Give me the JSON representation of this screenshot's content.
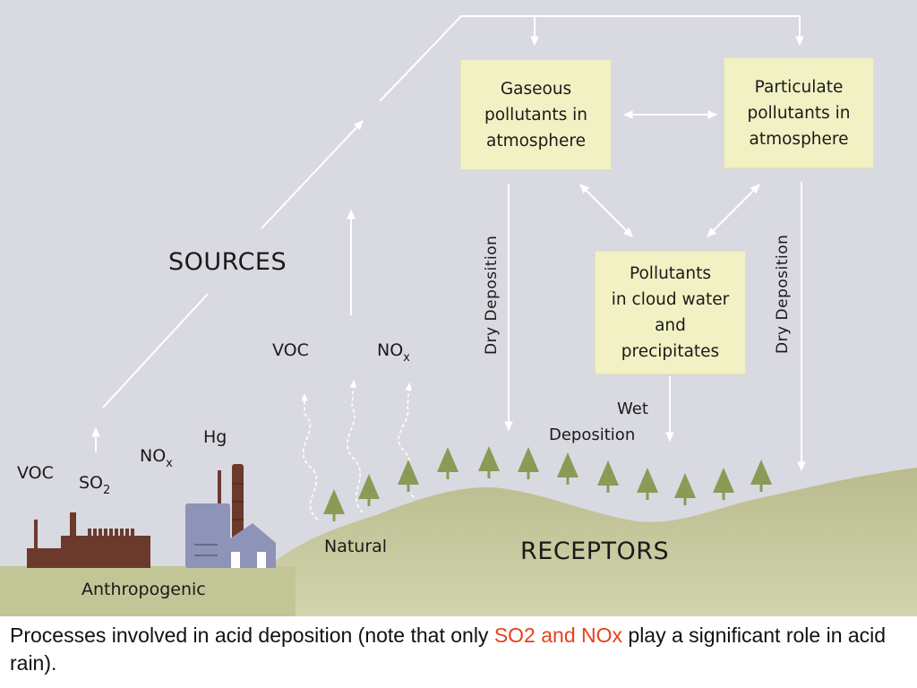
{
  "labels": {
    "sources": "SOURCES",
    "receptors": "RECEPTORS",
    "natural": "Natural",
    "anthropogenic": "Anthropogenic",
    "voc_natural": "VOC",
    "nox_natural_main": "NO",
    "nox_natural_sub": "x",
    "voc_anthro": "VOC",
    "so2_main": "SO",
    "so2_sub": "2",
    "nox_anthro_main": "NO",
    "nox_anthro_sub": "x",
    "hg": "Hg",
    "dry_deposition_left": "Dry Deposition",
    "dry_deposition_right": "Dry Deposition",
    "wet_deposition_line1": "Wet",
    "wet_deposition_line2": "Deposition"
  },
  "boxes": {
    "gaseous": [
      "Gaseous",
      "pollutants in",
      "atmosphere"
    ],
    "particulate": [
      "Particulate",
      "pollutants in",
      "atmosphere"
    ],
    "cloud": [
      "Pollutants",
      "in cloud water",
      "and",
      "precipitates"
    ]
  },
  "caption": {
    "before": "Processes involved in acid deposition (note that only ",
    "highlight": "SO2 and NOx",
    "after": " play a significant role in acid rain)."
  },
  "colors": {
    "sky": "#d9d9e1",
    "ground": "#c6c9a0",
    "box_fill": "#f1f1c4",
    "tree": "#8b9a55",
    "factory": "#6b3a2c",
    "building": "#8e93b8",
    "arrow": "#ffffff",
    "caption_highlight": "#e8401c"
  }
}
